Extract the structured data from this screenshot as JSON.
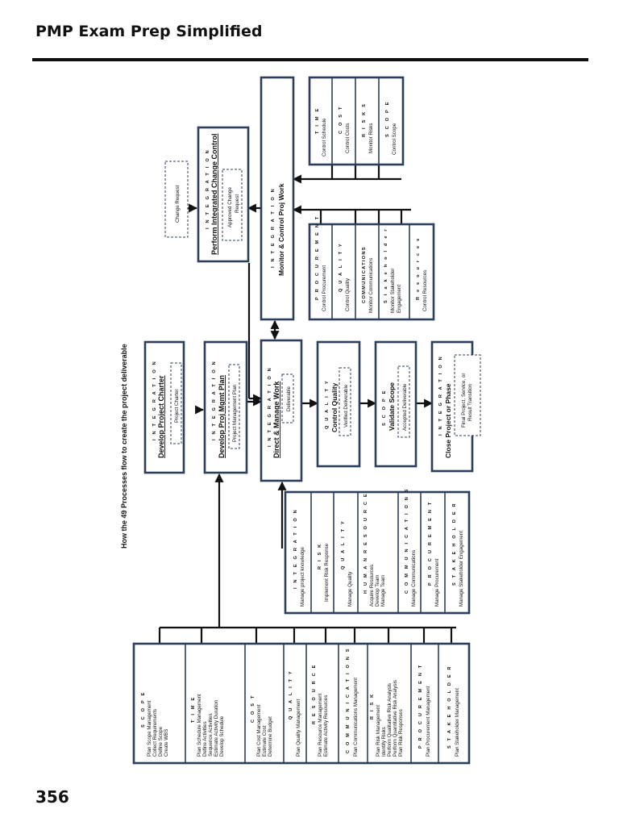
{
  "header": {
    "title": "PMP Exam Prep Simplified"
  },
  "page_number": "356",
  "diagram": {
    "title": "How the 49 Processes flow to create the project deliverable",
    "planning_groups": [
      {
        "name": "S C O P E",
        "items": [
          "Plan Scope Management",
          "Collect Requirements",
          "Define Scope",
          "Create WBS"
        ]
      },
      {
        "name": "T I M E",
        "items": [
          "Plan Schedule Management",
          "Define Activities",
          "Sequence Activities",
          "Estimate Activity Duration",
          "Develop Schedule"
        ]
      },
      {
        "name": "C O S T",
        "items": [
          "Plan Cost Management",
          "Estimate Cost",
          "Determine Budget"
        ]
      },
      {
        "name": "Q U A L I T Y",
        "items": [
          "Plan Quality Management"
        ]
      },
      {
        "name": "R E S O U R C E",
        "items": [
          "Plan Resource Management",
          "Estimate Activity Resources"
        ]
      },
      {
        "name": "C O M M U N I C A T I O N S",
        "items": [
          "Plan Communications Management"
        ]
      },
      {
        "name": "R I S K",
        "items": [
          "Plan Risk Management",
          "Identify Risks",
          "Perform Qualitative Risk Analysis",
          "Perform Quantitative Risk Analysis",
          "Plan Risk Responses"
        ]
      },
      {
        "name": "P R O C U R E M E N T",
        "items": [
          "Plan Procurement Management"
        ]
      },
      {
        "name": "S T A K E H O L D E R",
        "items": [
          "Plan Stakeholder Management"
        ]
      }
    ],
    "executing_groups": [
      {
        "name": "I N T E G R A T I O N",
        "items": [
          "Manage project knowledge"
        ]
      },
      {
        "name": "R I S K",
        "items": [
          "Implement Risk Response"
        ]
      },
      {
        "name": "Q U A L I T Y",
        "items": [
          "Manage Quality"
        ]
      },
      {
        "name": "H U M A N   R E S O U R C E",
        "items": [
          "Acquire Resources",
          "Develop Team",
          "Manage Team"
        ]
      },
      {
        "name": "C O M M U N I C A T I O N S",
        "items": [
          "Manage Communications"
        ]
      },
      {
        "name": "P R O C U R E M E N T",
        "items": [
          "Manage Procurement"
        ]
      },
      {
        "name": "S T A K E H O L D E R",
        "items": [
          "Manage Stakeholder Engagement"
        ]
      }
    ],
    "flow": [
      {
        "area": "I N T E G R A T I O N",
        "process": "Develop Project Charter",
        "output": "Project Charter"
      },
      {
        "area": "I N T E G R A T I O N",
        "process": "Develop Proj Mgmt Plan",
        "output": "Project Management Plan"
      },
      {
        "area": "I N T E G R A T I O N",
        "process": "Direct & Manage Work",
        "output": "Deliverable"
      },
      {
        "area": "Q U A L I T Y",
        "process": "Control Quality",
        "output": "Verified Deliverable"
      },
      {
        "area": "S C O P E",
        "process": "Validate Scope",
        "output": "Accepted Deliverable"
      },
      {
        "area": "I N T E G R A T I O N",
        "process": "Close Project or Phase",
        "output_line1": "Final Project, Service, or",
        "output_line2": "Result Transition"
      }
    ],
    "change_control": {
      "area": "I N T E G R A T I O N",
      "process": "Perform Integrated Change Control",
      "input": "Change Request",
      "output_line1": "Approved Change",
      "output_line2": "Request"
    },
    "monitor": {
      "area": "I N T E G R A T I O N",
      "process": "Monitor & Control Proj Work"
    },
    "monitor_right": [
      {
        "name": "T I M E",
        "item": "Control Schedule"
      },
      {
        "name": "C O S T",
        "item": "Control Costs"
      },
      {
        "name": "R I S K S",
        "item": "Monitor Risks"
      },
      {
        "name": "S C O P E",
        "item": "Control Scope"
      }
    ],
    "monitor_left": [
      {
        "name": "P R O C U R E M E N T",
        "items": [
          "Control Procurement"
        ]
      },
      {
        "name": "Q U A L I T Y",
        "items": [
          "Control Quality"
        ]
      },
      {
        "name": "COMMUNICATIONS",
        "items": [
          "Monitor Communications"
        ]
      },
      {
        "name": "S t a k e h o l d e r",
        "items": [
          "Monitor Stakeholder",
          "Engagement"
        ]
      },
      {
        "name": "R e s o u r c e s",
        "items": [
          "Control Resources"
        ]
      }
    ]
  }
}
